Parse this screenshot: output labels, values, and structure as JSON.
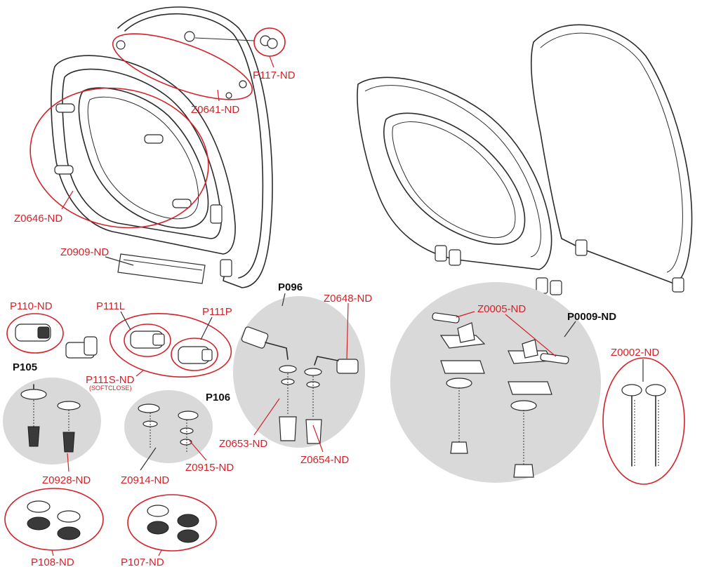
{
  "colors": {
    "label_red": "#d2232a",
    "label_black": "#111111",
    "group_bg": "#d9d9d9",
    "line": "#2b2b2b"
  },
  "labels": {
    "p117": "P117-ND",
    "z0641": "Z0641-ND",
    "z0646": "Z0646-ND",
    "z0909": "Z0909-ND",
    "p110": "P110-ND",
    "p111l": "P111L",
    "p111p": "P111P",
    "p111s": "P111S-ND",
    "softclose": "(SOFTCLOSE)",
    "p105": "P105",
    "p106": "P106",
    "p096": "P096",
    "z0648": "Z0648-ND",
    "z0653": "Z0653-ND",
    "z0654": "Z0654-ND",
    "z0928": "Z0928-ND",
    "z0914": "Z0914-ND",
    "z0915": "Z0915-ND",
    "z0005": "Z0005-ND",
    "p0009": "P0009-ND",
    "z0002": "Z0002-ND",
    "p108": "P108-ND",
    "p107": "P107-ND"
  }
}
